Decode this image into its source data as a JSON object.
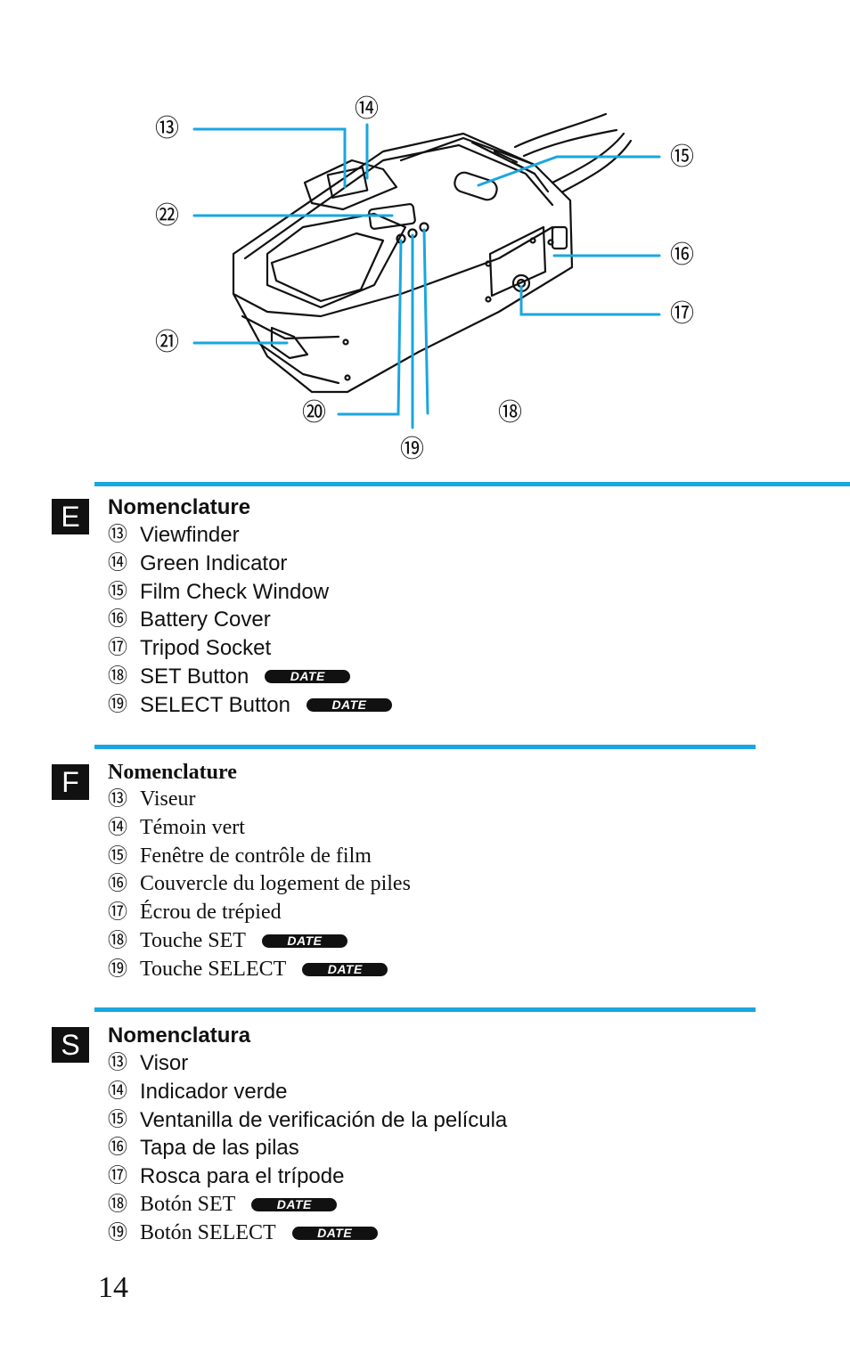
{
  "diagram": {
    "callouts": {
      "c13": "⑬",
      "c14": "⑭",
      "c15": "⑮",
      "c16": "⑯",
      "c17": "⑰",
      "c18": "⑱",
      "c19": "⑲",
      "c20": "⑳",
      "c21": "㉑",
      "c22": "㉒"
    },
    "leader_color": "#1aa6e0"
  },
  "sections": {
    "english": {
      "lang": "E",
      "heading": "Nomenclature",
      "items": [
        {
          "num": "⑬",
          "label": "Viewfinder"
        },
        {
          "num": "⑭",
          "label": "Green Indicator"
        },
        {
          "num": "⑮",
          "label": "Film Check Window"
        },
        {
          "num": "⑯",
          "label": "Battery Cover"
        },
        {
          "num": "⑰",
          "label": "Tripod Socket"
        },
        {
          "num": "⑱",
          "label": "SET Button",
          "badge": "DATE"
        },
        {
          "num": "⑲",
          "label": "SELECT Button",
          "badge": "DATE"
        }
      ]
    },
    "french": {
      "lang": "F",
      "heading": "Nomenclature",
      "items": [
        {
          "num": "⑬",
          "label": "Viseur"
        },
        {
          "num": "⑭",
          "label": "Témoin vert"
        },
        {
          "num": "⑮",
          "label": "Fenêtre de contrôle de film"
        },
        {
          "num": "⑯",
          "label": "Couvercle du logement de piles"
        },
        {
          "num": "⑰",
          "label": "Écrou de trépied"
        },
        {
          "num": "⑱",
          "label": "Touche SET",
          "badge": "DATE"
        },
        {
          "num": "⑲",
          "label": "Touche SELECT",
          "badge": "DATE"
        }
      ]
    },
    "spanish": {
      "lang": "S",
      "heading": "Nomenclatura",
      "items": [
        {
          "num": "⑬",
          "label": "Visor"
        },
        {
          "num": "⑭",
          "label": "Indicador verde"
        },
        {
          "num": "⑮",
          "label": "Ventanilla de verificación de la película"
        },
        {
          "num": "⑯",
          "label": "Tapa de las pilas"
        },
        {
          "num": "⑰",
          "label": "Rosca para el trípode"
        },
        {
          "num": "⑱",
          "label": "Botón SET",
          "badge": "DATE"
        },
        {
          "num": "⑲",
          "label": "Botón SELECT",
          "badge": "DATE"
        }
      ]
    }
  },
  "accent_color": "#1aa6e0",
  "page_number": "14"
}
